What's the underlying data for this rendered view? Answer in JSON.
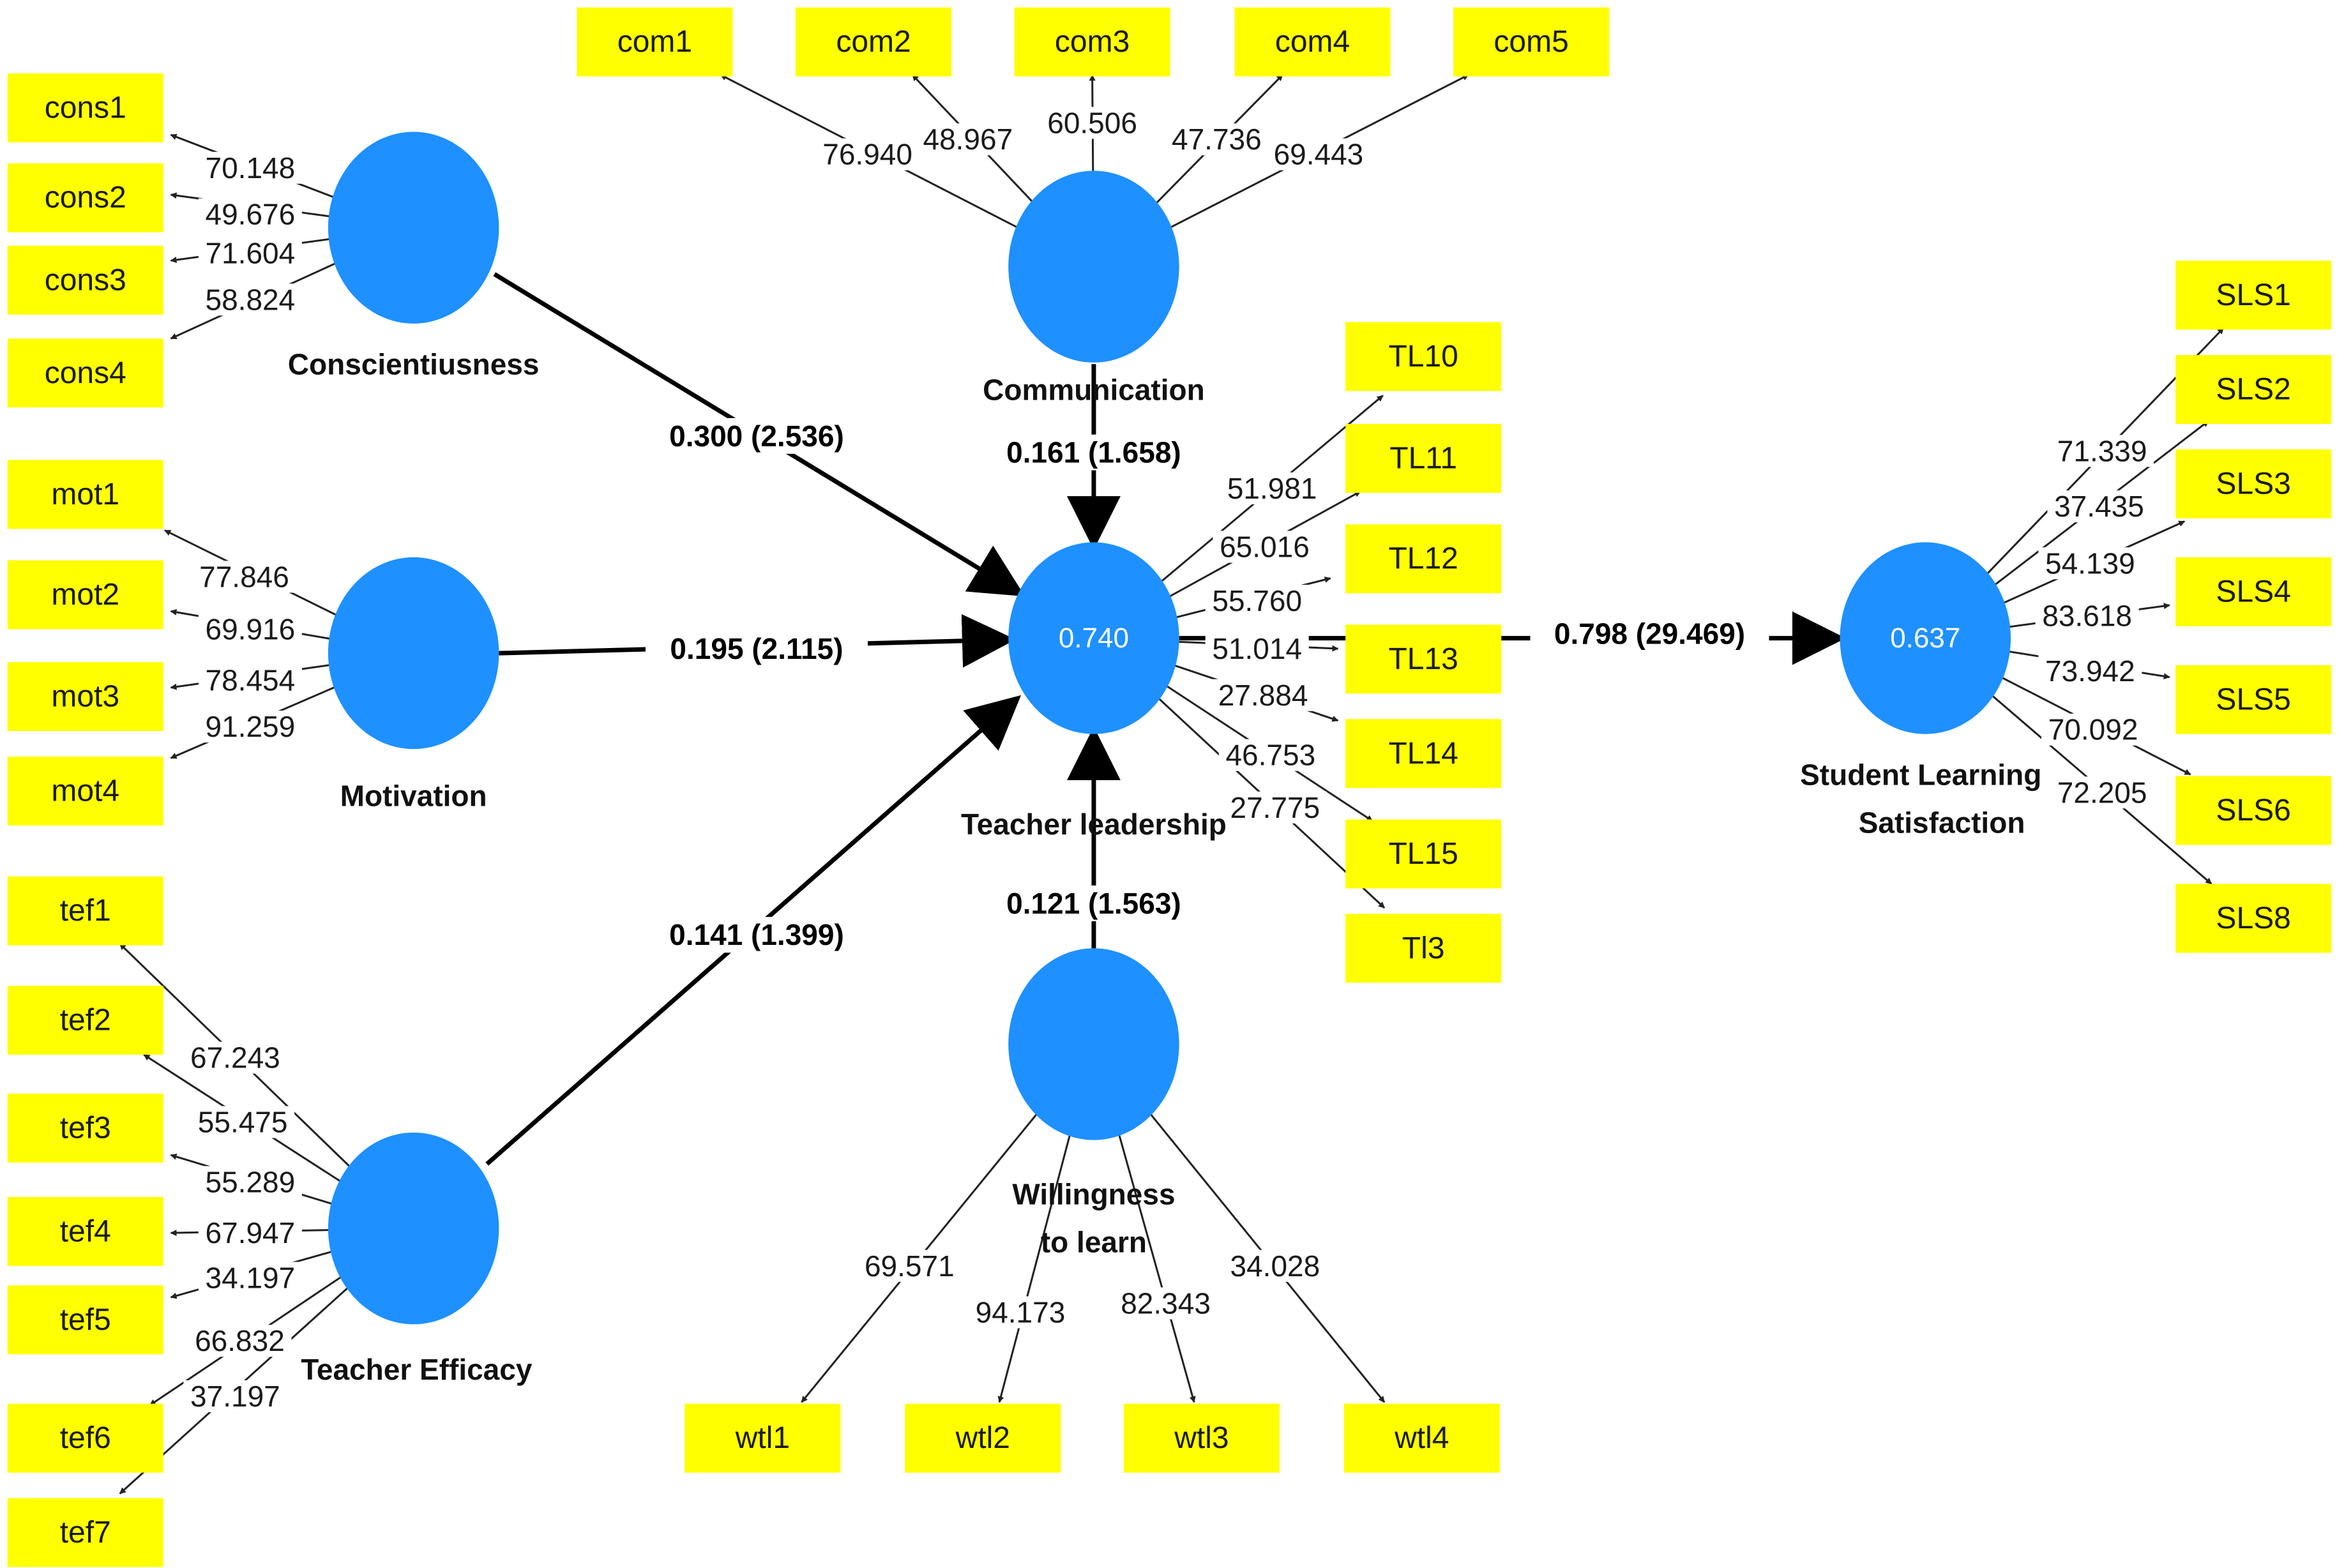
{
  "latent_variables": [
    {
      "id": "cons",
      "name_lines": [
        "Conscientiusness"
      ],
      "r2": ""
    },
    {
      "id": "mot",
      "name_lines": [
        "Motivation"
      ],
      "r2": ""
    },
    {
      "id": "tef",
      "name_lines": [
        "Teacher Efficacy"
      ],
      "r2": ""
    },
    {
      "id": "com",
      "name_lines": [
        "Communication"
      ],
      "r2": ""
    },
    {
      "id": "wtl",
      "name_lines": [
        "Willingness",
        "to learn"
      ],
      "r2": ""
    },
    {
      "id": "tl",
      "name_lines": [
        "Teacher leadership"
      ],
      "r2": "0.740"
    },
    {
      "id": "sls",
      "name_lines": [
        "Student Learning",
        "Satisfaction"
      ],
      "r2": "0.637"
    }
  ],
  "indicators": [
    {
      "id": "cons1",
      "label": "cons1",
      "lv": "cons",
      "loading": "70.148"
    },
    {
      "id": "cons2",
      "label": "cons2",
      "lv": "cons",
      "loading": "49.676"
    },
    {
      "id": "cons3",
      "label": "cons3",
      "lv": "cons",
      "loading": "71.604"
    },
    {
      "id": "cons4",
      "label": "cons4",
      "lv": "cons",
      "loading": "58.824"
    },
    {
      "id": "mot1",
      "label": "mot1",
      "lv": "mot",
      "loading": "77.846"
    },
    {
      "id": "mot2",
      "label": "mot2",
      "lv": "mot",
      "loading": "69.916"
    },
    {
      "id": "mot3",
      "label": "mot3",
      "lv": "mot",
      "loading": "78.454"
    },
    {
      "id": "mot4",
      "label": "mot4",
      "lv": "mot",
      "loading": "91.259"
    },
    {
      "id": "tef1",
      "label": "tef1",
      "lv": "tef",
      "loading": "67.243"
    },
    {
      "id": "tef2",
      "label": "tef2",
      "lv": "tef",
      "loading": "55.475"
    },
    {
      "id": "tef3",
      "label": "tef3",
      "lv": "tef",
      "loading": "55.289"
    },
    {
      "id": "tef4",
      "label": "tef4",
      "lv": "tef",
      "loading": "67.947"
    },
    {
      "id": "tef5",
      "label": "tef5",
      "lv": "tef",
      "loading": "34.197"
    },
    {
      "id": "tef6",
      "label": "tef6",
      "lv": "tef",
      "loading": "66.832"
    },
    {
      "id": "tef7",
      "label": "tef7",
      "lv": "tef",
      "loading": "37.197"
    },
    {
      "id": "com1",
      "label": "com1",
      "lv": "com",
      "loading": "76.940"
    },
    {
      "id": "com2",
      "label": "com2",
      "lv": "com",
      "loading": "48.967"
    },
    {
      "id": "com3",
      "label": "com3",
      "lv": "com",
      "loading": "60.506"
    },
    {
      "id": "com4",
      "label": "com4",
      "lv": "com",
      "loading": "47.736"
    },
    {
      "id": "com5",
      "label": "com5",
      "lv": "com",
      "loading": "69.443"
    },
    {
      "id": "wtl1",
      "label": "wtl1",
      "lv": "wtl",
      "loading": "69.571"
    },
    {
      "id": "wtl2",
      "label": "wtl2",
      "lv": "wtl",
      "loading": "94.173"
    },
    {
      "id": "wtl3",
      "label": "wtl3",
      "lv": "wtl",
      "loading": "82.343"
    },
    {
      "id": "wtl4",
      "label": "wtl4",
      "lv": "wtl",
      "loading": "34.028"
    },
    {
      "id": "tl10",
      "label": "TL10",
      "lv": "tl",
      "loading": "51.981"
    },
    {
      "id": "tl11",
      "label": "TL11",
      "lv": "tl",
      "loading": "65.016"
    },
    {
      "id": "tl12",
      "label": "TL12",
      "lv": "tl",
      "loading": "55.760"
    },
    {
      "id": "tl13",
      "label": "TL13",
      "lv": "tl",
      "loading": "51.014"
    },
    {
      "id": "tl14",
      "label": "TL14",
      "lv": "tl",
      "loading": "27.884"
    },
    {
      "id": "tl15",
      "label": "TL15",
      "lv": "tl",
      "loading": "46.753"
    },
    {
      "id": "tl3",
      "label": "Tl3",
      "lv": "tl",
      "loading": "27.775"
    },
    {
      "id": "sls1",
      "label": "SLS1",
      "lv": "sls",
      "loading": "71.339"
    },
    {
      "id": "sls2",
      "label": "SLS2",
      "lv": "sls",
      "loading": "37.435"
    },
    {
      "id": "sls3",
      "label": "SLS3",
      "lv": "sls",
      "loading": "54.139"
    },
    {
      "id": "sls4",
      "label": "SLS4",
      "lv": "sls",
      "loading": "83.618"
    },
    {
      "id": "sls5",
      "label": "SLS5",
      "lv": "sls",
      "loading": "73.942"
    },
    {
      "id": "sls6",
      "label": "SLS6",
      "lv": "sls",
      "loading": "70.092"
    },
    {
      "id": "sls8",
      "label": "SLS8",
      "lv": "sls",
      "loading": "72.205"
    }
  ],
  "paths": [
    {
      "from": "cons",
      "to": "tl",
      "label": "0.300 (2.536)"
    },
    {
      "from": "mot",
      "to": "tl",
      "label": "0.195 (2.115)"
    },
    {
      "from": "tef",
      "to": "tl",
      "label": "0.141 (1.399)"
    },
    {
      "from": "com",
      "to": "tl",
      "label": "0.161 (1.658)"
    },
    {
      "from": "wtl",
      "to": "tl",
      "label": "0.121 (1.563)"
    },
    {
      "from": "tl",
      "to": "sls",
      "label": "0.798 (29.469)"
    }
  ],
  "colors": {
    "indicator_fill": "#ffff00",
    "latent_fill": "#1e90ff",
    "arrow": "#000000",
    "background": "#ffffff"
  }
}
